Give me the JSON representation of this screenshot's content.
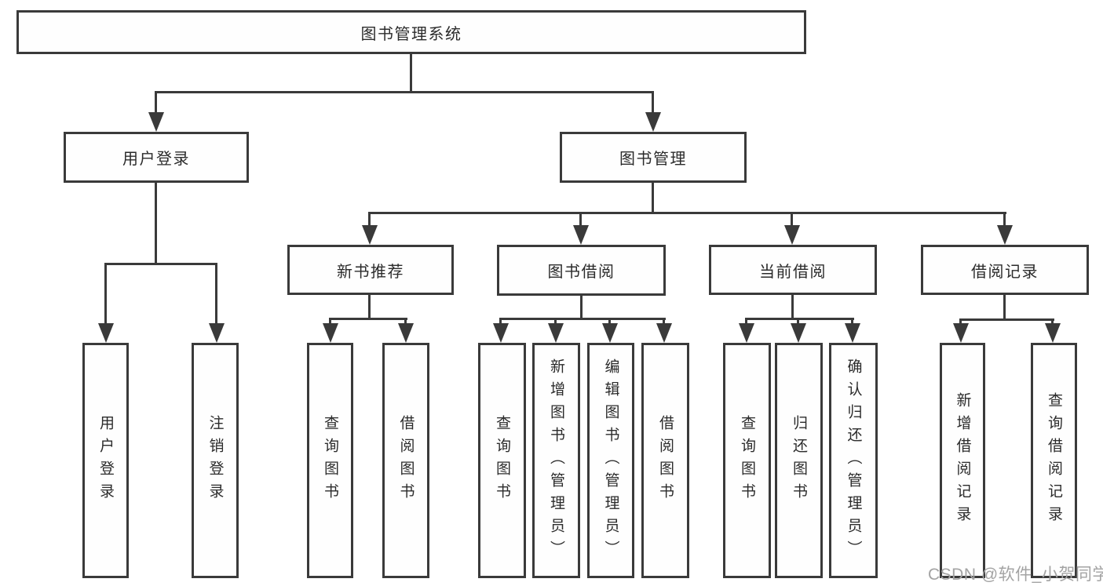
{
  "diagram": {
    "root_label": "图书管理系统",
    "level2": {
      "user_login": "用户登录",
      "book_management": "图书管理"
    },
    "level3": {
      "new_book_recommend": "新书推荐",
      "book_borrow": "图书借阅",
      "current_borrow": "当前借阅",
      "borrow_record": "借阅记录"
    },
    "leaves": {
      "user_login": [
        "用户登录",
        "注销登录"
      ],
      "new_book_recommend": [
        "查询图书",
        "借阅图书"
      ],
      "book_borrow": [
        "查询图书",
        "新增图书（管理员）",
        "编辑图书（管理员）",
        "借阅图书"
      ],
      "current_borrow": [
        "查询图书",
        "归还图书",
        "确认归还（管理员）"
      ],
      "borrow_record": [
        "新增借阅记录",
        "查询借阅记录"
      ]
    }
  },
  "watermark": {
    "text": "CSDN @软件_小贺同学"
  },
  "colors": {
    "background": "#ffffff",
    "line": "#3a3a3a",
    "box_border": "#3a3a3a",
    "text": "#2b2b2b",
    "watermark": "#a3a3a3"
  }
}
